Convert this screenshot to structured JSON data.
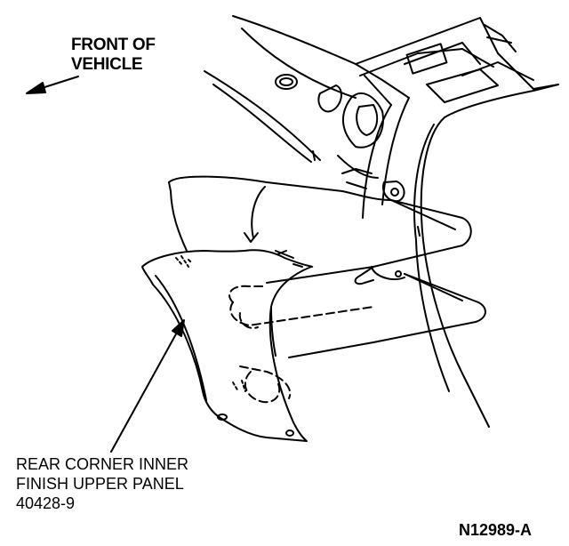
{
  "orientation_label": {
    "line1": "FRONT OF",
    "line2": "VEHICLE"
  },
  "part_label": {
    "line1": "REAR CORNER INNER",
    "line2": "FINISH UPPER PANEL",
    "line3": "40428-9"
  },
  "figure_id": "N12989-A",
  "colors": {
    "ink": "#000000",
    "paper": "#ffffff"
  }
}
